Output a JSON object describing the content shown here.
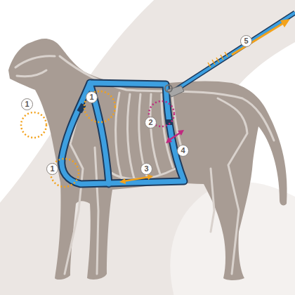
{
  "diagram": {
    "labels": [
      "1",
      "1",
      "1",
      "2",
      "3",
      "4",
      "5"
    ]
  }
}
